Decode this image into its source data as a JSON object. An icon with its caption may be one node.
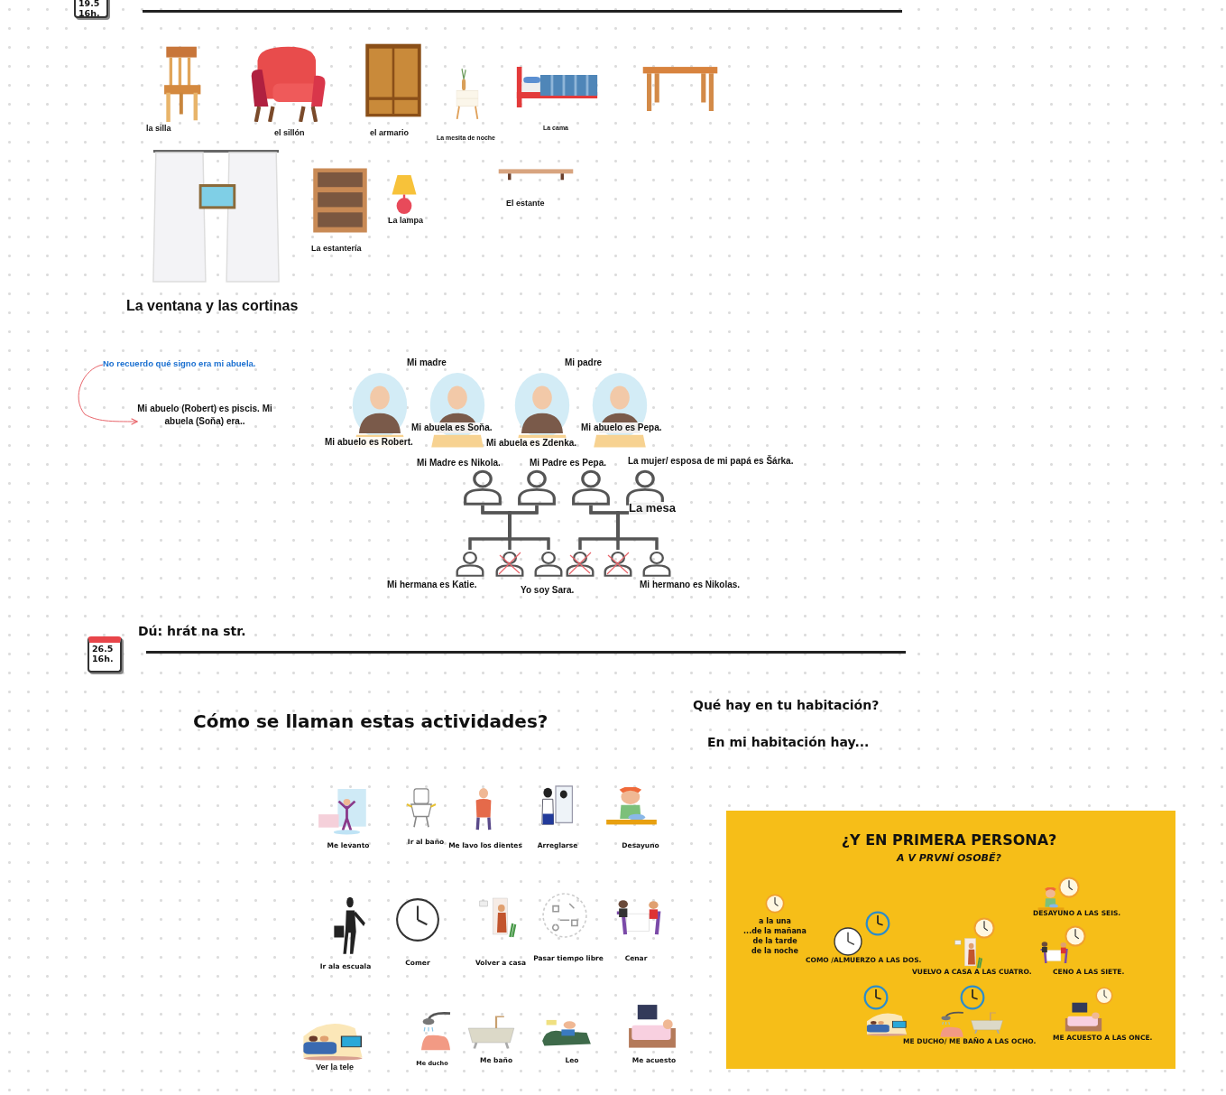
{
  "diagram": {
    "nodes": [
      {
        "text": [
          "19.5 16h."
        ]
      },
      {
        "text": [
          "No recuerdo qué signo era mi abuela."
        ]
      },
      {
        "text": [
          "Mi abuelo (Robert) es piscis. Mi abuela (Soňa) era.."
        ]
      },
      {
        "text": [],
        "shape": "person"
      },
      {
        "text": [],
        "shape": "person"
      },
      {
        "text": [],
        "shape": "person"
      },
      {
        "text": [],
        "shape": "person"
      },
      {
        "text": [],
        "shape": "person"
      },
      {
        "text": [],
        "shape": "person"
      },
      {
        "text": [],
        "shape": "person"
      },
      {
        "text": [],
        "shape": "person"
      },
      {
        "text": [],
        "shape": "person"
      },
      {
        "text": [],
        "shape": "person"
      },
      {
        "text": [
          "26.5 16h."
        ]
      },
      {
        "text": [
          "¿Y EN PRIMERA PERSONA?",
          "A V PRVNÍ OSOBĚ?",
          "a la una",
          "...de la mañana",
          "de la tarde",
          "de la noche",
          "DESAYUNO A LAS SEIS.",
          "COMO /ALMUERZO A LAS DOS.",
          "VUELVO A CASA A LAS CUATRO.",
          "CENO  A LAS SIETE.",
          "ME DUCHO/ ME BAÑO A LAS OCHO.",
          "ME ACUESTO A LAS  ONCE."
        ]
      }
    ],
    "edges": [
      {
        "from": 1,
        "to": 2,
        "arrow": "to",
        "color": "#e8646a"
      },
      {
        "from": 3,
        "to": 7,
        "arrow": "none"
      },
      {
        "from": 3,
        "to": 8,
        "arrow": "none"
      },
      {
        "from": 3,
        "to": 9,
        "arrow": "none"
      },
      {
        "from": 4,
        "to": 7,
        "arrow": "none"
      },
      {
        "from": 4,
        "to": 8,
        "arrow": "none"
      },
      {
        "from": 4,
        "to": 9,
        "arrow": "none"
      },
      {
        "from": 5,
        "to": 10,
        "arrow": "none"
      },
      {
        "from": 5,
        "to": 11,
        "arrow": "none"
      },
      {
        "from": 5,
        "to": 12,
        "arrow": "none"
      },
      {
        "from": 6,
        "to": 10,
        "arrow": "none"
      },
      {
        "from": 6,
        "to": 11,
        "arrow": "none"
      },
      {
        "from": 6,
        "to": 12,
        "arrow": "none"
      }
    ],
    "labels": [
      "la silla",
      "el sillón",
      "el armario",
      "La mesita de noche",
      "La cama",
      "El estante",
      "La lampa",
      "La estantería",
      "La ventana y las cortinas",
      "Mi madre",
      "Mi padre",
      "Mi abuela es Soňa.",
      "Mi abuelo es Pepa.",
      "Mi abuelo es Robert.",
      "Mi abuela es Zdenka.",
      "Mi Madre es Nikola.",
      "Mi Padre es Pepa.",
      "La mujer/ esposa de mi papá es Šárka.",
      "La mesa",
      "Mi hermana es Katie.",
      "Yo soy Sara.",
      "Mi hermano es Nikolas.",
      "Dú: hrát na str.",
      "Qué hay en tu habitación?",
      "Cómo se llaman estas actividades?",
      "En mi habitación hay...",
      "Me levanto",
      "Ir al baño",
      "Me lavo los dientes",
      "Arreglarse",
      "Desayuno",
      "Ir ala escuala",
      "Comer",
      "Volver a casa",
      "Pasar tiempo libre",
      "Cenar",
      "Ver la tele",
      "Me ducho",
      "Me baño",
      "Leo",
      "Me acuesto"
    ]
  }
}
